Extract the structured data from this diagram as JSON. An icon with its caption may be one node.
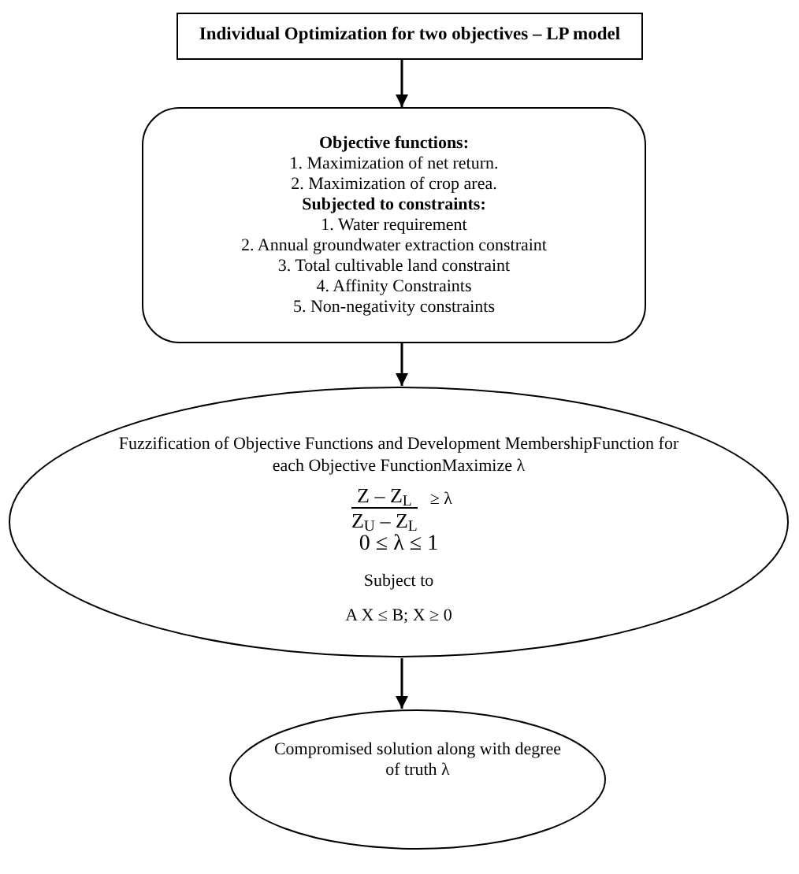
{
  "diagram": {
    "nodes": [
      {
        "text": [
          "Individual Optimization for two objectives – LP model"
        ]
      },
      {
        "text": [
          "Objective functions:",
          "1. Maximization of net return.",
          "2. Maximization of crop area.",
          "Subjected to constraints:",
          "1. Water requirement",
          "2. Annual groundwater extraction constraint",
          "3. Total cultivable land constraint",
          "4. Affinity Constraints",
          "5. Non-negativity constraints"
        ]
      },
      {
        "text": [
          "Fuzzification of Objective Functions and Development MembershipFunction for each Objective FunctionMaximize λ",
          "Z – Z$_{L}$",
          "Z$_{U}$ – Z$_{L}$",
          "≥ λ",
          "0 ≤ λ ≤ 1",
          "Subject to",
          "A X ≤ B; X ≥ 0"
        ]
      },
      {
        "text": [
          "Compromised solution along with degree of truth λ"
        ]
      }
    ],
    "edges": [
      {
        "from": 0,
        "to": 1,
        "arrow": "to"
      },
      {
        "from": 1,
        "to": 2,
        "arrow": "to"
      },
      {
        "from": 2,
        "to": 3,
        "arrow": "to"
      }
    ]
  }
}
